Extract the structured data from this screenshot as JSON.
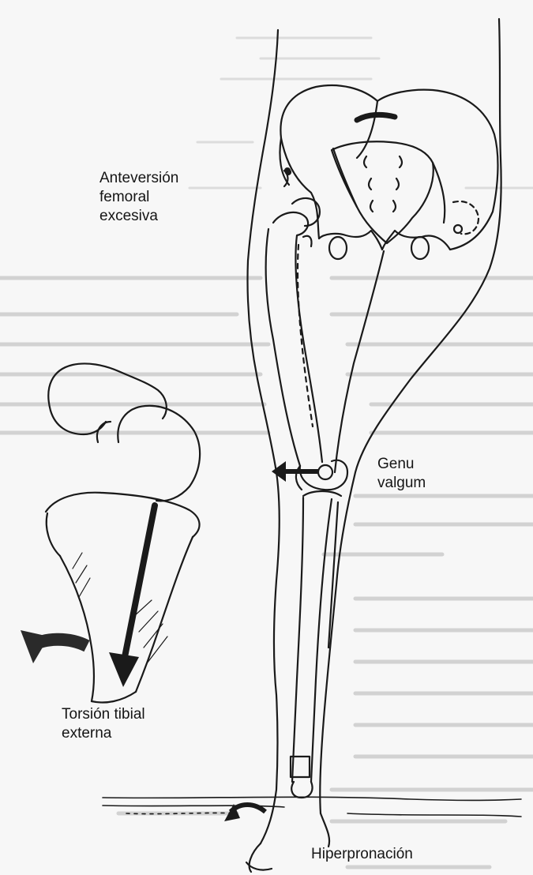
{
  "labels": {
    "anteversion": "Anteversión\nfemoral\nexcesiva",
    "genu_valgum": "Genu\nvalgum",
    "torsion_tibial": "Torsión tibial\nexterna",
    "hiperpronacion": "Hiperpronación"
  },
  "colors": {
    "ink": "#1a1a1a",
    "paper": "#f7f7f7",
    "bleed_through": "#c8c8c8"
  }
}
